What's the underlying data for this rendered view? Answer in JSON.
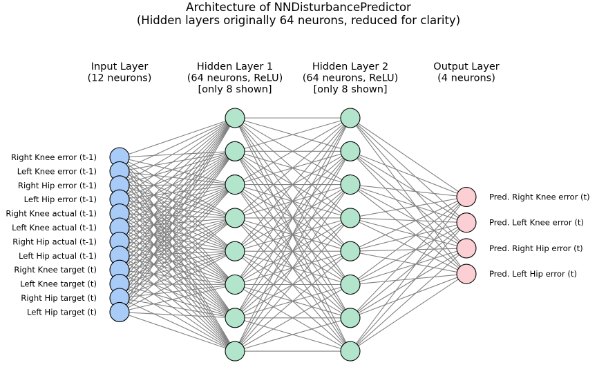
{
  "title": {
    "line1": "Architecture of NNDisturbancePredictor",
    "line2": "(Hidden layers originally 64 neurons, reduced for clarity)"
  },
  "colors": {
    "input": "#a9cbf7",
    "hidden": "#b2e5cc",
    "output": "#fbcfd3",
    "edge": "#808080",
    "outline": "#000000"
  },
  "layers": [
    {
      "id": "input",
      "title_lines": [
        "Input Layer",
        "(12 neurons)"
      ],
      "shown_neurons": 12,
      "labels": [
        "Right Knee error (t-1)",
        "Left Knee error (t-1)",
        "Right Hip error (t-1)",
        "Left Hip error (t-1)",
        "Right Knee actual (t-1)",
        "Left Knee actual (t-1)",
        "Right Hip actual (t-1)",
        "Left Hip actual (t-1)",
        "Right Knee target (t)",
        "Left Knee target (t)",
        "Right Hip target (t)",
        "Left Hip target (t)"
      ]
    },
    {
      "id": "hidden1",
      "title_lines": [
        "Hidden Layer 1",
        "(64 neurons, ReLU)",
        "[only 8 shown]"
      ],
      "shown_neurons": 8,
      "labels": []
    },
    {
      "id": "hidden2",
      "title_lines": [
        "Hidden Layer 2",
        "(64 neurons, ReLU)",
        "[only 8 shown]"
      ],
      "shown_neurons": 8,
      "labels": []
    },
    {
      "id": "output",
      "title_lines": [
        "Output Layer",
        "(4 neurons)"
      ],
      "shown_neurons": 4,
      "labels": [
        "Pred. Right Knee error (t)",
        "Pred. Left Knee error (t)",
        "Pred. Right Hip error (t)",
        "Pred. Left Hip error (t)"
      ]
    }
  ]
}
